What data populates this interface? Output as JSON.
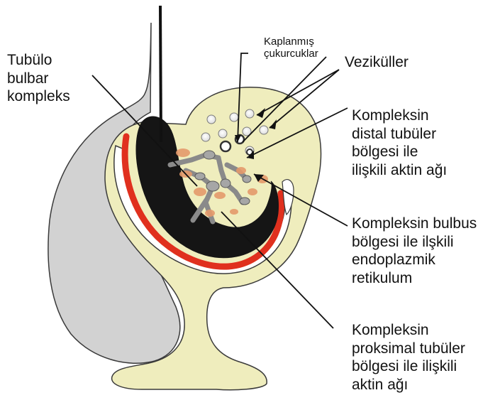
{
  "labels": {
    "tubulo_bulbar": "Tubülo\nbulbar\nkompleks",
    "coated_pits": "Kaplanmış\nçukurcuklar",
    "vesicles": "Veziküller",
    "distal": "Kompleksin\ndistal tubüler\nbölgesi ile\nilişkili aktin ağı",
    "bulbus": "Kompleksin bulbus\nbölgesi ile ilşkili\nendoplazmik\nretikulum",
    "proximal": "Kompleksin\nproksimal tubüler\nbölgesi ile ilişkili\naktin ağı"
  },
  "colors": {
    "cell_gray": "#d2d2d2",
    "cytoplasm_cream": "#efedbd",
    "nucleus_black": "#151515",
    "membrane_red": "#e0301e",
    "actin_orange": "#e59a6c",
    "tubule_gray": "#9e9e9e"
  }
}
